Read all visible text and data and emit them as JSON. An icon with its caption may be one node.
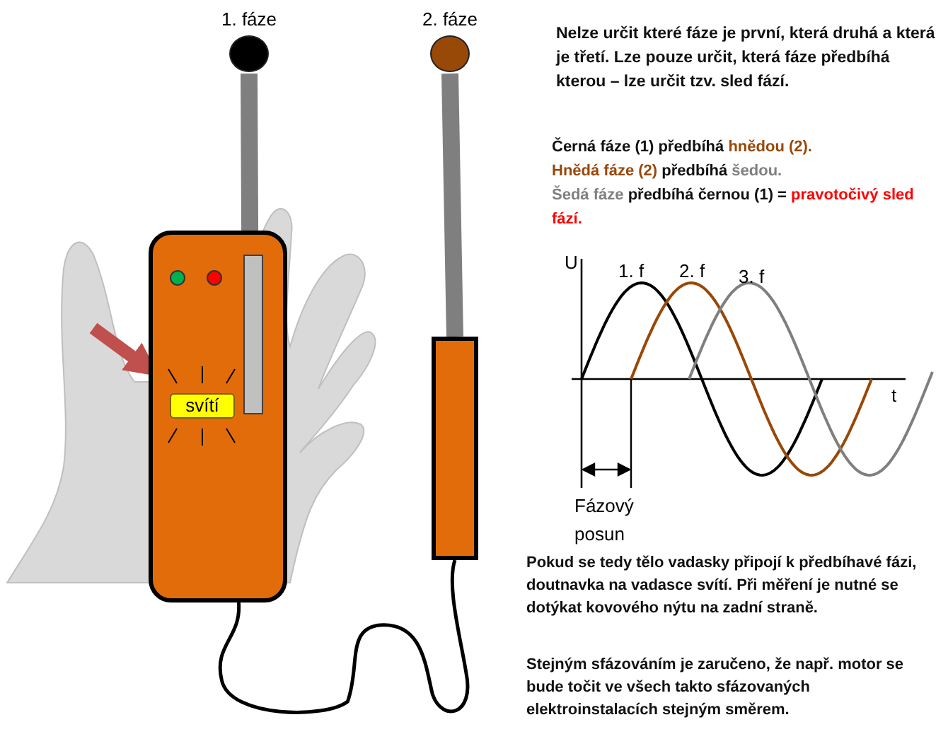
{
  "diagram": {
    "nodes": [
      {
        "text": [
          "1. fáze"
        ]
      },
      {
        "text": [
          "2. fáze"
        ]
      },
      {
        "text": [],
        "shape": "box"
      },
      {
        "text": [
          "svítí"
        ],
        "in": 2
      },
      {
        "text": [],
        "shape": "box"
      },
      {
        "text": [],
        "shape": "bar",
        "in": 2
      }
    ],
    "edges": [
      {
        "from": 0,
        "to": 2,
        "arrow": "none",
        "color": "#7f7f7f"
      },
      {
        "from": 1,
        "to": 4,
        "arrow": "none",
        "color": "#7f7f7f"
      },
      {
        "from": 2,
        "to": 4,
        "arrow": "none",
        "color": "#000000"
      },
      {
        "from": null,
        "to": 3,
        "arrow": "to",
        "color": "#c0504d"
      }
    ],
    "labels": [
      "Nelze určit které fáze je první, která druhá a která je třetí. Lze pouze určit, která fáze předbíhá kterou – lze určit tzv. sled fází.",
      "Černá fáze (1) předbíhá",
      "hnědou (2).",
      "Hnědá fáze (2)",
      "předbíhá",
      "šedou.",
      "Šedá fáze",
      "předbíhá černou (1) =",
      "pravotočivý sled fází.",
      "U",
      "1. f",
      "2. f",
      "3. f",
      "t",
      "Fázový posun",
      "Pokud se tedy tělo vadasky připojí k předbíhavé fázi, doutnavka na vadasce svítí. Při měření je nutné se dotýkat kovového nýtu na zadní straně.",
      "Stejným sfázováním je zaručeno, že např. motor se bude točit ve všech takto sfázovaných elektroinstalacích stejným směrem."
    ]
  }
}
